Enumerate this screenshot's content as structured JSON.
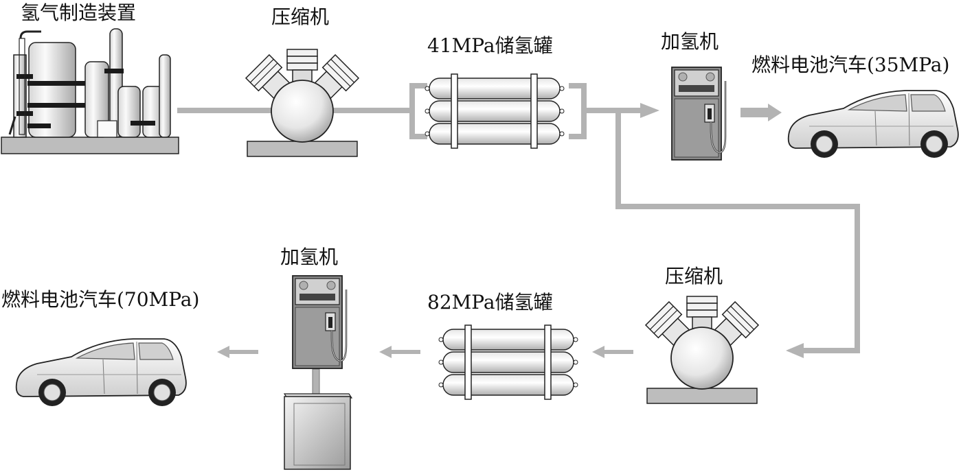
{
  "labels": {
    "h2_plant": "氢气制造装置",
    "compressor_1": "压缩机",
    "tank_41": "41MPa储氢罐",
    "dispenser_1": "加氢机",
    "car_35": "燃料电池汽车(35MPa)",
    "compressor_2": "压缩机",
    "tank_82": "82MPa储氢罐",
    "dispenser_2": "加氢机",
    "car_70": "燃料电池汽车(70MPa)"
  },
  "colors": {
    "pipe": "#b3b3b3",
    "outline": "#222222",
    "metal_light": "#f2f2f2",
    "metal_mid": "#c8c8c8",
    "metal_dark": "#6e6e6e",
    "base": "#bdbdbd",
    "accent_black": "#1a1a1a"
  },
  "icons": [
    "hydrogen-plant-icon",
    "compressor-icon",
    "tank-bank-icon",
    "dispenser-icon",
    "car-icon",
    "storage-cabinet-icon"
  ]
}
